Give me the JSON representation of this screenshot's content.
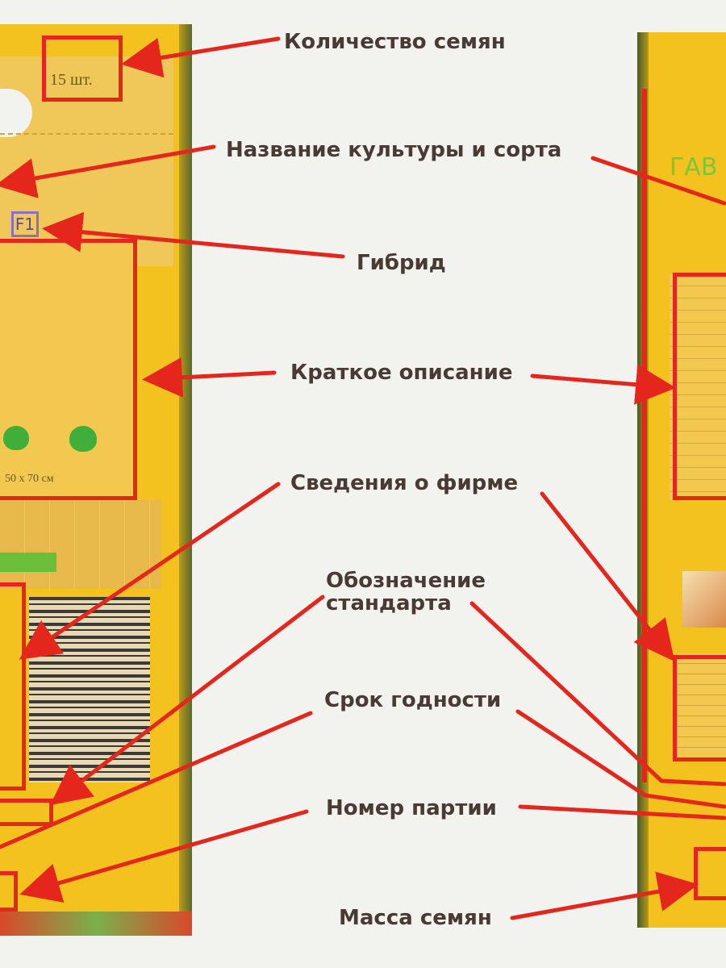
{
  "labels": {
    "seed_count": "Количество семян",
    "crop_and_variety": "Название культуры и сорта",
    "hybrid": "Гибрид",
    "short_description": "Краткое описание",
    "company_info": "Сведения о фирме",
    "standard_designation_1": "Обозначение",
    "standard_designation_2": "стандарта",
    "expiry_date": "Срок годности",
    "batch_number": "Номер партии",
    "seed_mass": "Масса семян"
  },
  "left_packet": {
    "seed_count_value": "15 шт.",
    "hybrid_mark": "F1",
    "spacing_text": "50 x 70 см"
  },
  "right_packet": {
    "name_fragment": "ГАВ"
  },
  "colors": {
    "packet_yellow": "#f3c21e",
    "highlight_red": "#e5261c",
    "label_text": "#4a3a34",
    "background": "#f2f2ee"
  }
}
